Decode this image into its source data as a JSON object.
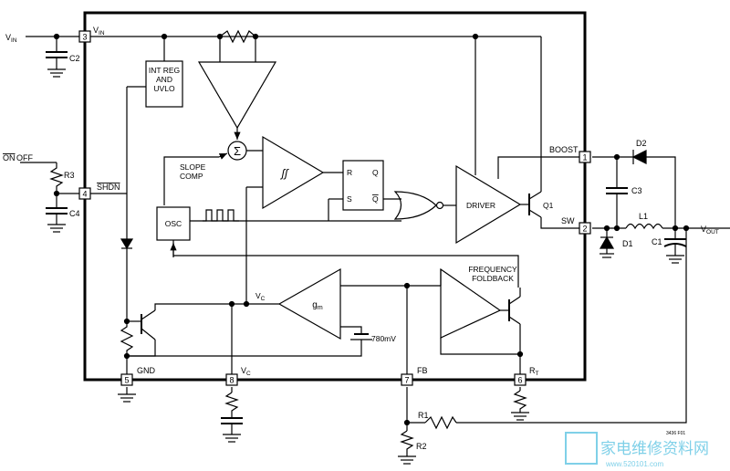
{
  "pins": [
    {
      "num": "3",
      "name": "V",
      "sub": "IN"
    },
    {
      "num": "4",
      "name": "SHDN",
      "sub": ""
    },
    {
      "num": "1",
      "name": "BOOST",
      "sub": ""
    },
    {
      "num": "2",
      "name": "SW",
      "sub": ""
    },
    {
      "num": "5",
      "name": "GND",
      "sub": ""
    },
    {
      "num": "8",
      "name": "V",
      "sub": "C"
    },
    {
      "num": "7",
      "name": "FB",
      "sub": ""
    },
    {
      "num": "6",
      "name": "R",
      "sub": "T"
    }
  ],
  "blocks": {
    "int_reg": [
      "INT REG",
      "AND",
      "UVLO"
    ],
    "slope": [
      "SLOPE",
      "COMP"
    ],
    "osc": "OSC",
    "driver": "DRIVER",
    "freq": [
      "FREQUENCY",
      "FOLDBACK"
    ],
    "gm": "g",
    "gm_sub": "m",
    "ref": "780mV",
    "sum": "Σ",
    "schmitt": "ʃʃ",
    "ff": {
      "r": "R",
      "s": "S",
      "q": "Q",
      "qb": "Q"
    },
    "q1": "Q1",
    "vc_int": "V",
    "vc_int_sub": "C"
  },
  "external": {
    "vin": "V",
    "vin_sub": "IN",
    "on": "ON",
    "off": "OFF",
    "vout": "V",
    "vout_sub": "OUT",
    "parts": {
      "c2": "C2",
      "r3": "R3",
      "c4": "C4",
      "d2": "D2",
      "c3": "C3",
      "l1": "L1",
      "d1": "D1",
      "c1": "C1",
      "r1": "R1",
      "r2": "R2"
    }
  },
  "figure_id": "3436 F01",
  "watermark": {
    "cn": "家电维修资料网",
    "url": "www.520101.com"
  }
}
